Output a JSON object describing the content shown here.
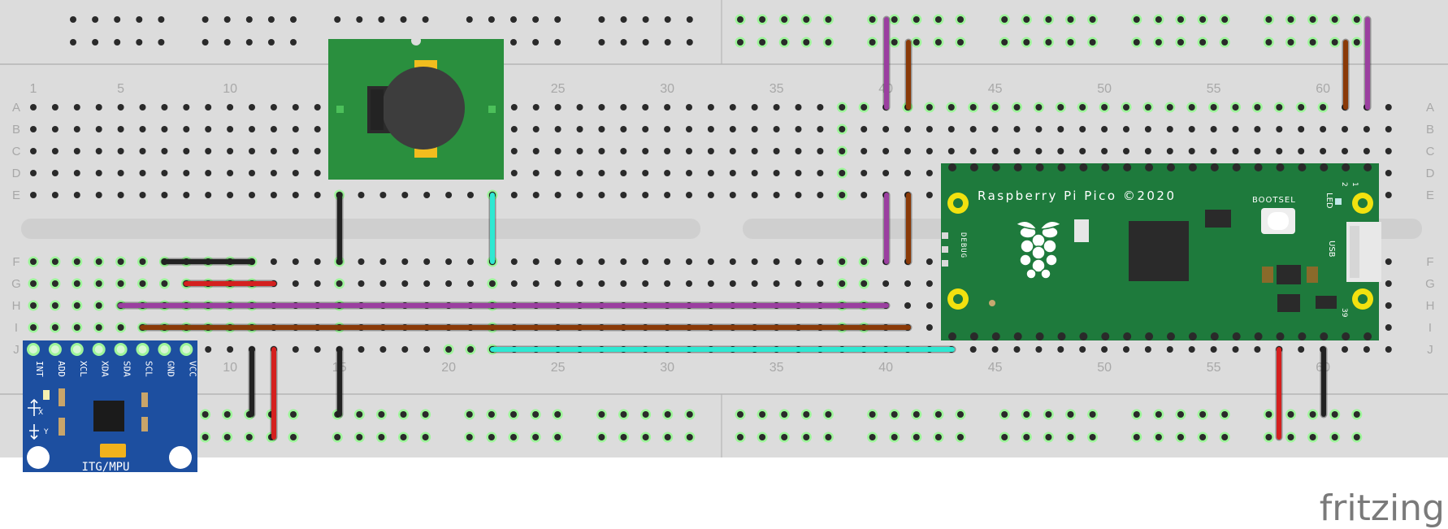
{
  "breadboard": {
    "column_numbers": [
      "1",
      "5",
      "10",
      "15",
      "20",
      "25",
      "30",
      "35",
      "40",
      "45",
      "50",
      "55",
      "60"
    ],
    "top_row_letters": [
      "A",
      "B",
      "C",
      "D",
      "E"
    ],
    "bottom_row_letters": [
      "F",
      "G",
      "H",
      "I",
      "J"
    ]
  },
  "pico": {
    "title": "Raspberry Pi Pico ©2020",
    "debug_label": "DEBUG",
    "bootsel_label": "BOOTSEL",
    "led_label": "LED",
    "usb_label": "USB",
    "pin_1": "1",
    "pin_2": "2",
    "pin_39": "39"
  },
  "mpu": {
    "pins": [
      "INT",
      "ADD",
      "XCL",
      "XDA",
      "SDA",
      "SCL",
      "GND",
      "VCC"
    ],
    "title": "ITG/MPU",
    "axis_x": "X",
    "axis_y": "Y"
  },
  "brand": "fritzing",
  "colors": {
    "board": "#dcdcdc",
    "pcb_green": "#1e7a3c",
    "mpu_blue": "#1d4fa0",
    "wire_black": "#222222",
    "wire_red": "#d4201f",
    "wire_purple": "#9b3fa0",
    "wire_brown": "#8a3a08",
    "wire_cyan": "#2ee8d2"
  }
}
